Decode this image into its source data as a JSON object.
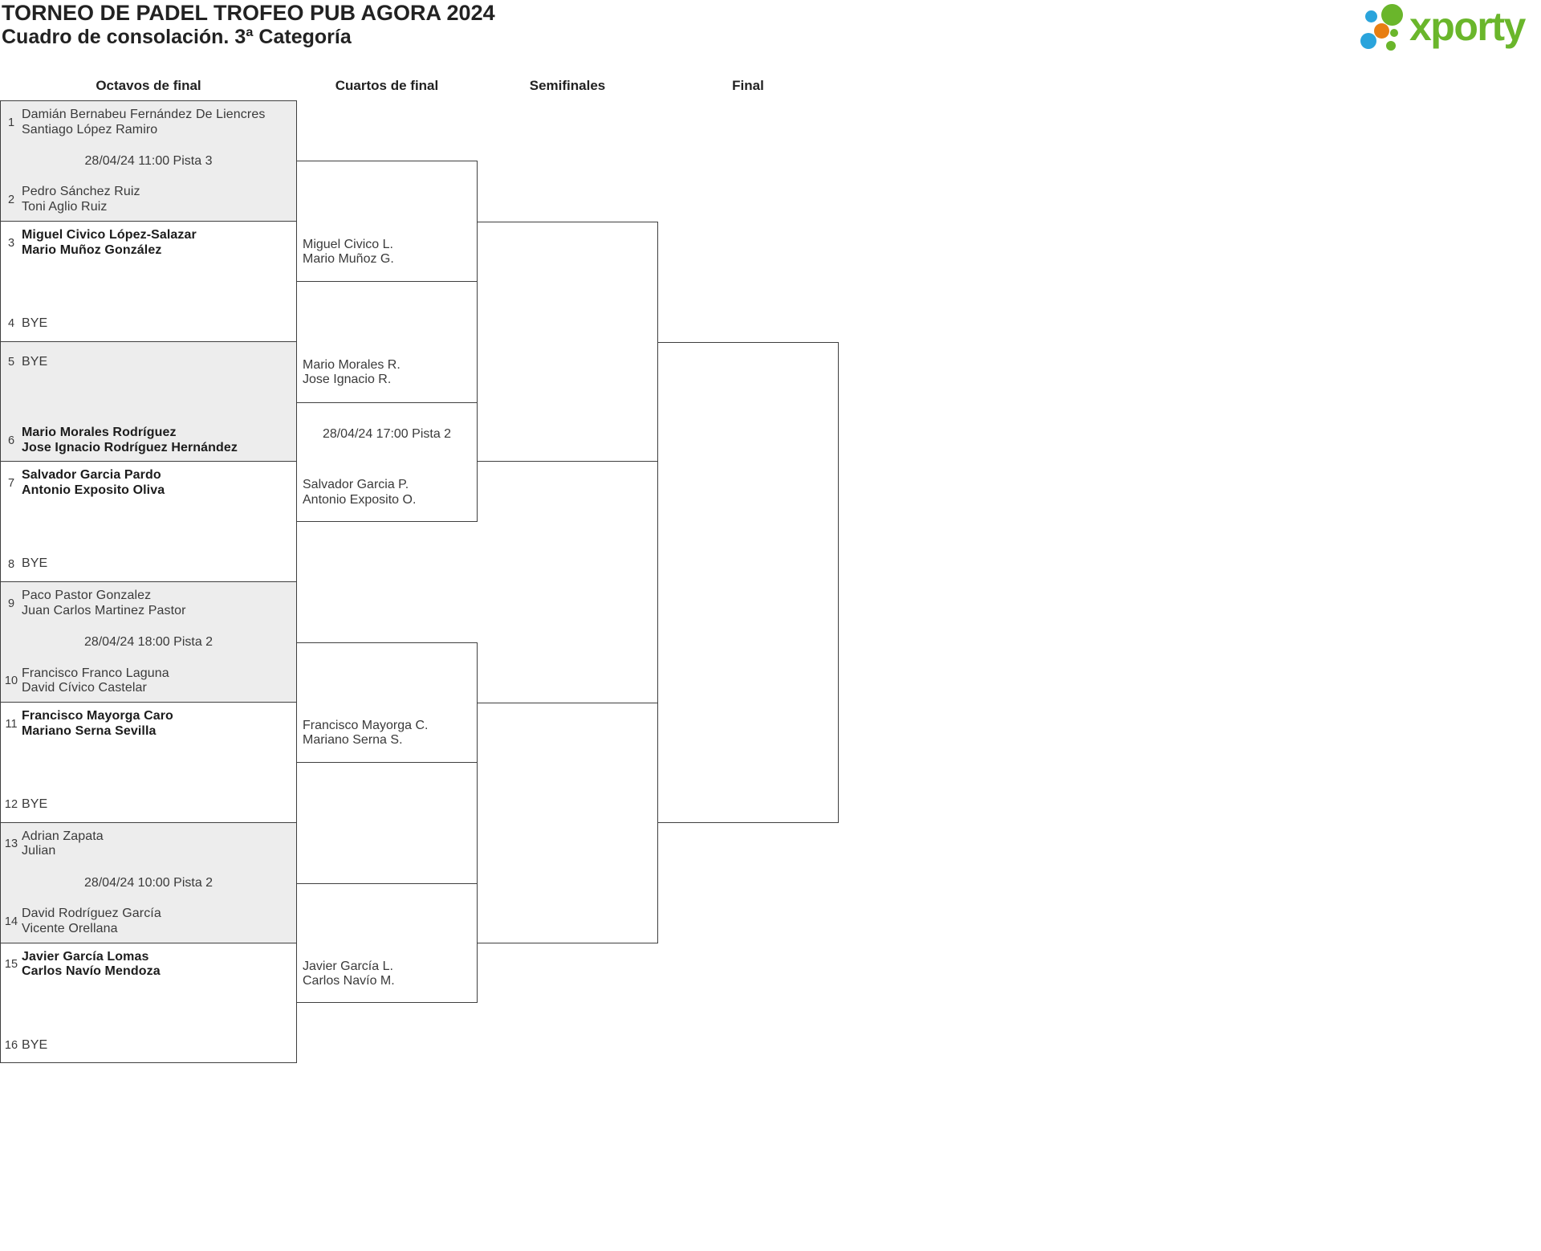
{
  "title": "TORNEO DE PADEL TROFEO PUB AGORA 2024",
  "subtitle": "Cuadro de consolación. 3ª Categoría",
  "logo": {
    "wordmark": "xporty",
    "green": "#6ab62b",
    "blue": "#2aa4dc",
    "orange": "#e87e12"
  },
  "rounds": {
    "r16": "Octavos de final",
    "qf": "Cuartos de final",
    "sf": "Semifinales",
    "f": "Final"
  },
  "r16": [
    {
      "date": "28/04/24 11:00 Pista 3",
      "top": {
        "seed": "1",
        "line1": "Damián Bernabeu Fernández De Liencres",
        "line2": "Santiago López Ramiro"
      },
      "bottom": {
        "seed": "2",
        "line1": "Pedro Sánchez Ruiz",
        "line2": "Toni Aglio Ruiz"
      }
    },
    {
      "top": {
        "seed": "3",
        "line1": "Miguel Civico López-Salazar",
        "line2": "Mario Muñoz González"
      },
      "bottom": {
        "seed": "4",
        "line1": "BYE"
      }
    },
    {
      "top": {
        "seed": "5",
        "line1": "BYE"
      },
      "bottom": {
        "seed": "6",
        "line1": "Mario Morales Rodríguez",
        "line2": "Jose Ignacio Rodríguez Hernández"
      }
    },
    {
      "top": {
        "seed": "7",
        "line1": "Salvador Garcia Pardo",
        "line2": "Antonio Exposito Oliva"
      },
      "bottom": {
        "seed": "8",
        "line1": "BYE"
      }
    },
    {
      "date": "28/04/24 18:00 Pista 2",
      "top": {
        "seed": "9",
        "line1": "Paco Pastor Gonzalez",
        "line2": "Juan Carlos Martinez Pastor"
      },
      "bottom": {
        "seed": "10",
        "line1": "Francisco Franco Laguna",
        "line2": "David Cívico Castelar"
      }
    },
    {
      "top": {
        "seed": "11",
        "line1": "Francisco Mayorga Caro",
        "line2": "Mariano Serna Sevilla"
      },
      "bottom": {
        "seed": "12",
        "line1": "BYE"
      }
    },
    {
      "date": "28/04/24 10:00 Pista 2",
      "top": {
        "seed": "13",
        "line1": "Adrian Zapata",
        "line2": "Julian"
      },
      "bottom": {
        "seed": "14",
        "line1": "David Rodríguez García",
        "line2": "Vicente Orellana"
      }
    },
    {
      "top": {
        "seed": "15",
        "line1": "Javier García Lomas",
        "line2": "Carlos Navío Mendoza"
      },
      "bottom": {
        "seed": "16",
        "line1": "BYE"
      }
    }
  ],
  "qf": {
    "m1": {
      "adv2_line1": "Miguel Civico L.",
      "adv2_line2": "Mario Muñoz G."
    },
    "m2": {
      "adv1_line1": "Mario Morales R.",
      "adv1_line2": "Jose Ignacio R.",
      "date": "28/04/24 17:00 Pista 2",
      "adv2_line1": "Salvador Garcia P.",
      "adv2_line2": "Antonio Exposito O."
    },
    "m3": {
      "adv2_line1": "Francisco Mayorga C.",
      "adv2_line2": "Mariano Serna S."
    },
    "m4": {
      "adv2_line1": "Javier García L.",
      "adv2_line2": "Carlos Navío M."
    }
  }
}
